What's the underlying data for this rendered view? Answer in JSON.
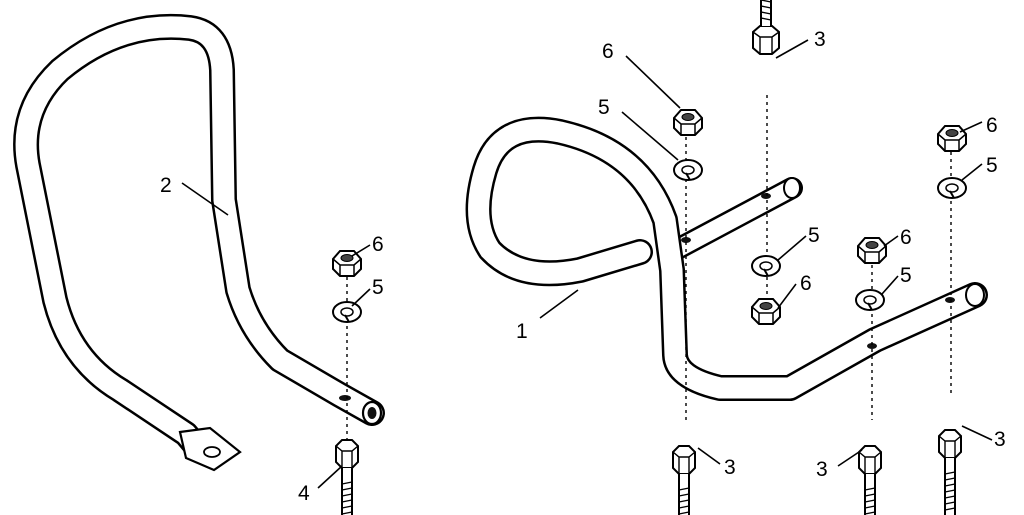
{
  "labels": {
    "handle_2": "2",
    "handle_1": "1",
    "bolt_4": "4",
    "nut_6_left": "6",
    "washer_5_left": "5",
    "nut_6_top": "6",
    "washer_5_top": "5",
    "bolt_3_top": "3",
    "nut_6_right": "6",
    "washer_5_right": "5",
    "washer_5_mid": "5",
    "nut_6_mid": "6",
    "nut_6_mid2": "6",
    "washer_5_mid2": "5",
    "bolt_3_bottom_left": "3",
    "bolt_3_bottom_mid": "3",
    "bolt_3_bottom_right": "3"
  }
}
